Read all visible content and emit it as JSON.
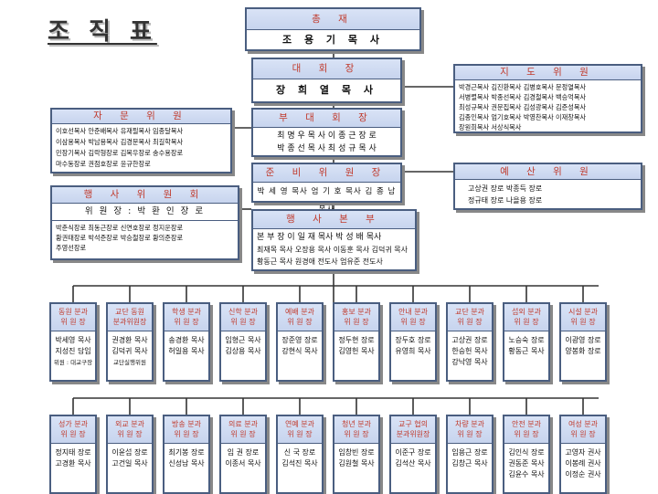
{
  "title": "조 직 표",
  "top": {
    "header": "총 재",
    "body": "조 용 기 목 사"
  },
  "daehoe": {
    "header": "대 회 장",
    "body": "장 희 열 목 사"
  },
  "budaehoe": {
    "header": "부 대 회 장",
    "lines": [
      "최 명 우 목 사 이 종 근 장 로",
      "박 종 선 목 사 최 성 규 목 사"
    ]
  },
  "junbi": {
    "header": "준 비 위 원 장",
    "body": "박 세 영 목사 엄 기 호 목사 김 종 남 목사"
  },
  "haengsa_bonbu": {
    "header": "행 사 본 부",
    "lines": [
      "본 부 장 이 일 재 목사 박 성 배 목사",
      "최재목 목사 오장용 목사 이동훈 목사 김덕귀 목사",
      "황동근 목사 원경애 전도사 엄유준 전도사"
    ]
  },
  "jido": {
    "header": "지 도 위 원",
    "lines": [
      "박경근목사 김진환목사 김병호목사 문정열목사",
      "서병렬목사 박종선목사 김경철목사 백승억목사",
      "최성규목사 권문집목사 김성광목사 김준성목사",
      "김종인목사 엄기호목사 박영찬목사 이재창목사",
      "장원희목사 서상식목사"
    ]
  },
  "jamun": {
    "header": "자 문 위 원",
    "lines": [
      "이호선목사 안준배목사 유재필목사 임종달목사",
      "이삼용목사 박남용목사 김경문목사 최길학목사",
      "민장기목사 김락형장로 김복우장로 송수용장로",
      "마수동장로 권점호장로 윤규한장로"
    ]
  },
  "yesan": {
    "header": "예 산 위 원",
    "lines": [
      "고상권 장로 박종득 장로",
      "정규태 장로 나을용 장로"
    ]
  },
  "haengsa_wiwon": {
    "header": "행 사 위 원 회",
    "body": "위 원 장 : 박 환 인 장 로",
    "lines": [
      "박춘식장로 최동근장로 신연호장로 정지운장로",
      "황권태장로 박석준장로 박승철장로 황의준장로",
      "주영선장로"
    ]
  },
  "depts_row1": [
    {
      "h1": "동원 분과",
      "h2": "위 원 장",
      "l1": "박세영 목사",
      "l2": "지성진 담임",
      "l3": "위원 : 대교구장"
    },
    {
      "h1": "교단 동원",
      "h2": "분과위원장",
      "l1": "권경환 목사",
      "l2": "김덕귀 목사",
      "l3": "교단실행위원"
    },
    {
      "h1": "학생 분과",
      "h2": "위 원 장",
      "l1": "송경환 목사",
      "l2": "허일용 목사",
      "l3": ""
    },
    {
      "h1": "신학 분과",
      "h2": "위 원 장",
      "l1": "임형근 목사",
      "l2": "김상용 목사",
      "l3": ""
    },
    {
      "h1": "예배 분과",
      "h2": "위 원 장",
      "l1": "장준영 장로",
      "l2": "강현식 목사",
      "l3": ""
    },
    {
      "h1": "홍보 분과",
      "h2": "위 원 장",
      "l1": "정두현 장로",
      "l2": "김영헌 목사",
      "l3": ""
    },
    {
      "h1": "안내 분과",
      "h2": "위 원 장",
      "l1": "장두호 장로",
      "l2": "유영희 목사",
      "l3": ""
    },
    {
      "h1": "교단 분과",
      "h2": "위 원 장",
      "l1": "고상권 장로",
      "l2": "한승헌 목사",
      "l3": "강낙영 목사"
    },
    {
      "h1": "섭외 분과",
      "h2": "위 원 장",
      "l1": "노승숙 장로",
      "l2": "황동근 목사",
      "l3": ""
    },
    {
      "h1": "시설 분과",
      "h2": "위 원 장",
      "l1": "이광영 장로",
      "l2": "양봉화 장로",
      "l3": ""
    }
  ],
  "depts_row2": [
    {
      "h1": "성가 분과",
      "h2": "위 원 장",
      "l1": "정지태 장로",
      "l2": "고경환 목사",
      "l3": ""
    },
    {
      "h1": "외교 분과",
      "h2": "위 원 장",
      "l1": "이윤섭 장로",
      "l2": "고건일 목사",
      "l3": ""
    },
    {
      "h1": "방송 분과",
      "h2": "위 원 장",
      "l1": "최기봉 장로",
      "l2": "신성남 목사",
      "l3": ""
    },
    {
      "h1": "의료 분과",
      "h2": "위 원 장",
      "l1": "임 권 장로",
      "l2": "이종서 목사",
      "l3": ""
    },
    {
      "h1": "연예 분과",
      "h2": "위 원 장",
      "l1": "신 국 장로",
      "l2": "김석진 목사",
      "l3": ""
    },
    {
      "h1": "청년 분과",
      "h2": "위 원 장",
      "l1": "임창빈 장로",
      "l2": "김원철 목사",
      "l3": ""
    },
    {
      "h1": "교구 협의",
      "h2": "분과위원장",
      "l1": "이준구 장로",
      "l2": "김석산 목사",
      "l3": ""
    },
    {
      "h1": "차량 분과",
      "h2": "위 원 장",
      "l1": "임용근 장로",
      "l2": "김창근 목사",
      "l3": ""
    },
    {
      "h1": "안전 분과",
      "h2": "위 원 장",
      "l1": "김인식 장로",
      "l2": "권동준 목사",
      "l3": "김윤수 목사"
    },
    {
      "h1": "여성 분과",
      "h2": "위 원 장",
      "l1": "고영자 권사",
      "l2": "이봉례 권사",
      "l3": "이정순 권사"
    }
  ]
}
